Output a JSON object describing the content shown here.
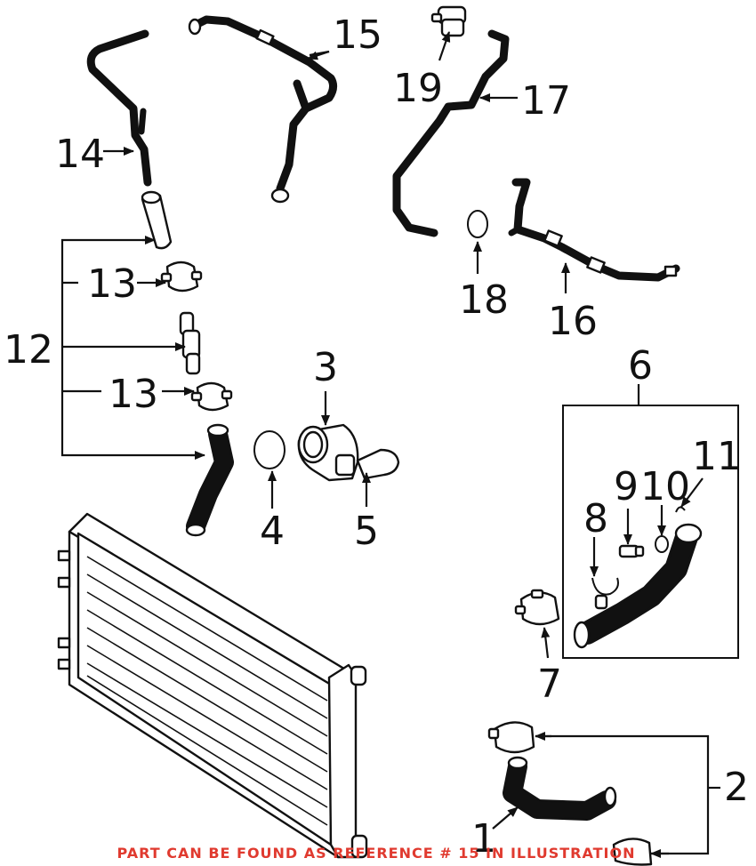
{
  "labels": {
    "l1": "1",
    "l2": "2",
    "l3": "3",
    "l4": "4",
    "l5": "5",
    "l6": "6",
    "l7": "7",
    "l8": "8",
    "l9": "9",
    "l10": "10",
    "l11": "11",
    "l12": "12",
    "l13a": "13",
    "l13b": "13",
    "l14": "14",
    "l15": "15",
    "l16": "16",
    "l17": "17",
    "l18": "18",
    "l19": "19"
  },
  "banner": "PART CAN BE FOUND AS REFERENCE # 15 IN ILLUSTRATION",
  "colors": {
    "banner": "#e03a2f",
    "line": "#111111",
    "background": "#ffffff"
  }
}
